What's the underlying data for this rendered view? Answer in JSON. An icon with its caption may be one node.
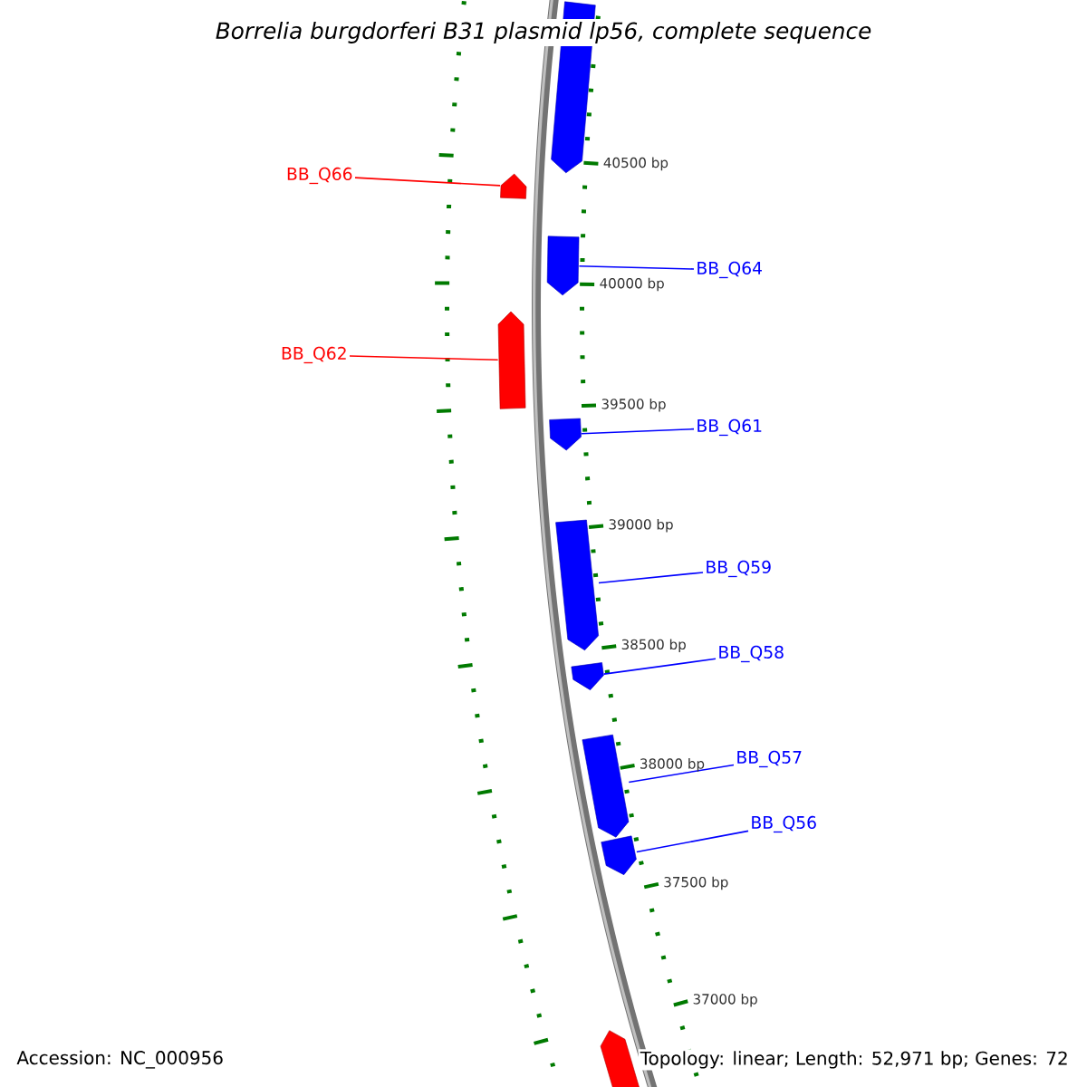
{
  "diagram": {
    "title": "Borrelia burgdorferi B31 plasmid lp56, complete sequence",
    "nodes": [
      {
        "text": [],
        "shape": "bar"
      },
      {
        "text": [
          "BB_Q66"
        ]
      },
      {
        "text": [],
        "shape": "bar"
      },
      {
        "text": [
          "BB_Q64"
        ]
      },
      {
        "text": [],
        "shape": "bar"
      },
      {
        "text": [
          "BB_Q62"
        ]
      },
      {
        "text": [],
        "shape": "bar"
      },
      {
        "text": [
          "BB_Q61"
        ]
      },
      {
        "text": [],
        "shape": "bar"
      },
      {
        "text": [
          "BB_Q59"
        ]
      },
      {
        "text": [],
        "shape": "bar"
      },
      {
        "text": [
          "BB_Q58"
        ]
      },
      {
        "text": [],
        "shape": "bar"
      },
      {
        "text": [
          "BB_Q57"
        ]
      },
      {
        "text": [],
        "shape": "bar"
      },
      {
        "text": [
          "BB_Q56"
        ]
      },
      {
        "text": [],
        "shape": "bar"
      },
      {
        "text": [],
        "shape": "bar"
      }
    ],
    "edges": [
      {
        "from": 1,
        "to": 2,
        "arrow": "none",
        "color": "#ff0000"
      },
      {
        "from": 3,
        "to": 4,
        "arrow": "none"
      },
      {
        "from": 5,
        "to": 6,
        "arrow": "none",
        "color": "#ff0000"
      },
      {
        "from": 7,
        "to": 8,
        "arrow": "none"
      },
      {
        "from": 9,
        "to": 10,
        "arrow": "none"
      },
      {
        "from": 11,
        "to": 12,
        "arrow": "none"
      },
      {
        "from": 13,
        "to": 14,
        "arrow": "none"
      },
      {
        "from": 15,
        "to": 16,
        "arrow": "none"
      }
    ],
    "labels": [
      "40500 bp",
      "40000 bp",
      "39500 bp",
      "39000 bp",
      "38500 bp",
      "38000 bp",
      "37500 bp",
      "37000 bp",
      "Accession: NC_000956",
      "Topology: linear; Length: 52,971 bp; Genes: 72"
    ]
  }
}
